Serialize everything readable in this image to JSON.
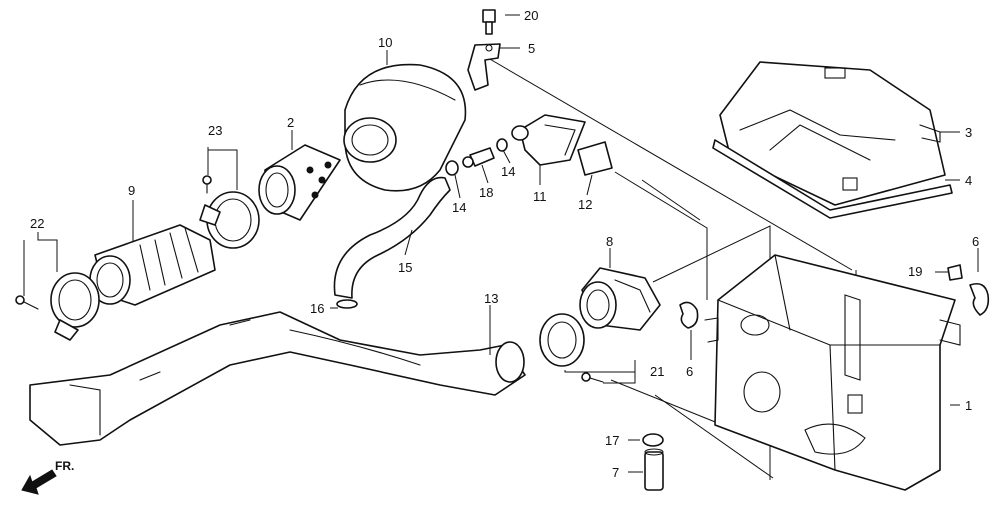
{
  "callouts": {
    "c1": "1",
    "c2": "2",
    "c3": "3",
    "c4": "4",
    "c5": "5",
    "c6a": "6",
    "c6b": "6",
    "c7": "7",
    "c8": "8",
    "c9": "9",
    "c10": "10",
    "c11": "11",
    "c12": "12",
    "c13": "13",
    "c14a": "14",
    "c14b": "14",
    "c15": "15",
    "c16": "16",
    "c17": "17",
    "c18": "18",
    "c19": "19",
    "c20": "20",
    "c21": "21",
    "c22": "22",
    "c23": "23"
  },
  "direction_label": "FR.",
  "icons": [
    "front-direction-arrow-icon"
  ]
}
